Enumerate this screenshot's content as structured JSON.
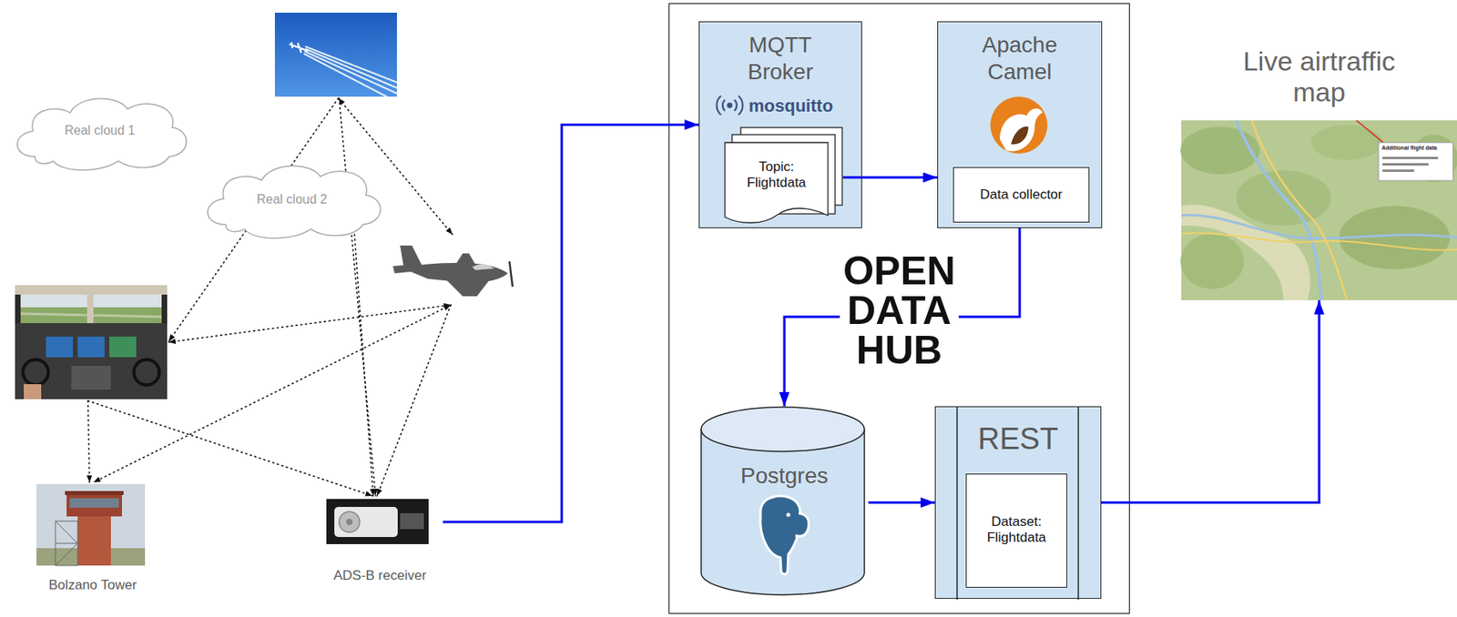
{
  "diagram": {
    "nodes": [
      {
        "text": [
          "Real cloud 1"
        ]
      },
      {
        "text": [
          "Real cloud 2"
        ]
      },
      {
        "text": [
          "Bolzano Tower"
        ]
      },
      {
        "text": [
          "ADS-B receiver"
        ]
      },
      {
        "text": [
          "OPEN DATA HUB"
        ]
      },
      {
        "text": [
          "MQTT Broker",
          "mosquitto"
        ],
        "in": 4
      },
      {
        "text": [
          "Topic: Flightdata"
        ],
        "in": 5
      },
      {
        "text": [
          "Apache Camel"
        ],
        "in": 4
      },
      {
        "text": [
          "Data collector"
        ],
        "in": 7
      },
      {
        "text": [
          "Postgres"
        ],
        "in": 4
      },
      {
        "text": [
          "REST"
        ],
        "in": 4
      },
      {
        "text": [
          "Dataset: Flightdata"
        ],
        "in": 10
      },
      {
        "text": [
          "Live airtraffic map"
        ]
      }
    ],
    "edges": [
      {
        "from": 3,
        "to": 5,
        "arrow": "to"
      },
      {
        "from": 6,
        "to": 7,
        "arrow": "to"
      },
      {
        "from": 7,
        "to": 9,
        "arrow": "to"
      },
      {
        "from": 9,
        "to": 10,
        "arrow": "to"
      },
      {
        "from": 10,
        "to": 12,
        "arrow": "to"
      }
    ],
    "labels": [
      "Additional flight data"
    ]
  }
}
